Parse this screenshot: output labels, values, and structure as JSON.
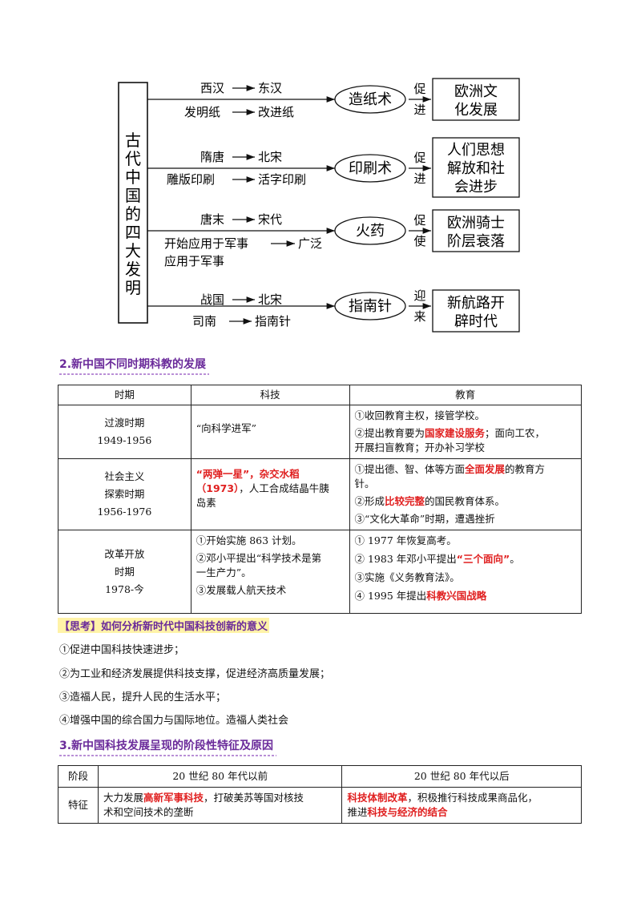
{
  "diagram": {
    "vertical_title": [
      "古",
      "代",
      "中",
      "国",
      "的",
      "四",
      "大",
      "发",
      "明"
    ],
    "branches": [
      {
        "top_from": "西汉",
        "top_to": "东汉",
        "bottom_from": "发明纸",
        "bottom_to": "改进纸",
        "node": "造纸术",
        "relation": [
          "促",
          "进"
        ],
        "result": [
          "欧洲文",
          "化发展"
        ]
      },
      {
        "top_from": "隋唐",
        "top_to": "北宋",
        "bottom_from": "雕版印刷",
        "bottom_to": "活字印刷",
        "node": "印刷术",
        "relation": [
          "促",
          "进"
        ],
        "result": [
          "人们思想",
          "解放和社",
          "会进步"
        ]
      },
      {
        "top_from": "唐末",
        "top_to": "宋代",
        "bottom_from": "开始应用于军事",
        "bottom_to": "广泛",
        "bottom_cont": "应用于军事",
        "node": "火药",
        "relation": [
          "促",
          "使"
        ],
        "result": [
          "欧洲骑士",
          "阶层衰落"
        ]
      },
      {
        "top_from": "战国",
        "top_to": "北宋",
        "bottom_from": "司南",
        "bottom_to": "指南针",
        "node": "指南针",
        "relation": [
          "迎",
          "来"
        ],
        "result": [
          "新航路开",
          "辟时代"
        ]
      }
    ]
  },
  "section2": {
    "title": "2.新中国不同时期科教的发展",
    "headers": [
      "时期",
      "科技",
      "教育"
    ],
    "rows": [
      {
        "period": [
          "过渡时期",
          "1949-1956"
        ],
        "tech_plain": "“向科学进军”",
        "edu": {
          "l1": "①收回教育主权，接管学校。",
          "l2_pre": "②提出教育要为",
          "l2_red": "国家建设服务",
          "l2_post": "；面向工农，",
          "l3": "开展扫盲教育；开办补习学校"
        }
      },
      {
        "period": [
          "社会主义",
          "探索时期",
          "1956-1976"
        ],
        "tech": {
          "red1": "“两弹一星”，杂交水稻",
          "red2": "（1973）",
          "post": "，人工合成结晶牛胰",
          "l3": "岛素"
        },
        "edu": {
          "l1_pre": "①提出德、智、体等方面",
          "l1_red": "全面发展",
          "l1_post": "的教育方",
          "l1b": "针。",
          "l2_pre": "②形成",
          "l2_red": "比较完整",
          "l2_post": "的国民教育体系。",
          "l3": "③“文化大革命”时期，遭遇挫折"
        }
      },
      {
        "period": [
          "改革开放",
          "时期",
          "1978-今"
        ],
        "tech": {
          "l1": "①开始实施 863 计划。",
          "l2": "②邓小平提出“科学技术是第",
          "l2b": "一生产力”。",
          "l3": "③发展载人航天技术"
        },
        "edu": {
          "l1": "① 1977 年恢复高考。",
          "l2_pre": "② 1983 年邓小平提出",
          "l2_red": "“三个面向”",
          "l2_post": "。",
          "l3": "③实施《义务教育法》。",
          "l4_pre": "④ 1995 年提出",
          "l4_red": "科教兴国战略"
        }
      }
    ]
  },
  "think": {
    "label": "【思考】如何分析新时代中国科技创新的意义",
    "points": [
      "①促进中国科技快速进步；",
      "②为工业和经济发展提供科技支撑，促进经济高质量发展；",
      "③造福人民，提升人民的生活水平；",
      "④增强中国的综合国力与国际地位。造福人类社会"
    ]
  },
  "section3": {
    "title": "3.新中国科技发展呈现的阶段性特征及原因",
    "headers": [
      "阶段",
      "20 世纪 80 年代以前",
      "20 世纪 80 年代以后"
    ],
    "row_label": "特征",
    "before": {
      "pre": "大力发展",
      "red": "高新军事科技",
      "post": "，打破美苏等国对核技",
      "l2": "术和空间技术的垄断"
    },
    "after": {
      "red1": "科技体制改革",
      "mid": "，积极推行科技成果商品化，",
      "pre2": "推进",
      "red2": "科技与经济的结合"
    }
  }
}
